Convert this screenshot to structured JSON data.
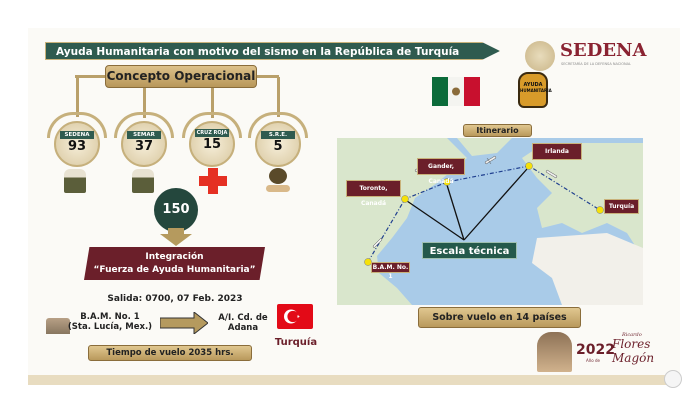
{
  "title": "Ayuda Humanitaria con motivo del sismo en la República de Turquía",
  "concepto": "Concepto Operacional",
  "units": [
    {
      "label": "SEDENA",
      "count": "93",
      "icon": "soldier-icon"
    },
    {
      "label": "SEMAR",
      "count": "37",
      "icon": "marine-icon"
    },
    {
      "label": "CRUZ ROJA",
      "count": "15",
      "icon": "red-cross-icon"
    },
    {
      "label": "S.R.E.",
      "count": "5",
      "icon": "handshake-globe-icon"
    }
  ],
  "total": "150",
  "integracion": {
    "line1": "Integración",
    "line2": "“Fuerza de Ayuda Humanitaria”"
  },
  "salida": "Salida: 0700, 07 Feb. 2023",
  "origen": {
    "line1": "B.A.M. No. 1",
    "line2": "(Sta. Lucía, Mex.)"
  },
  "destino": {
    "line1": "A/I. Cd. de",
    "line2": "Adana"
  },
  "destino_pais": "Turquía",
  "tiempo_vuelo": "Tiempo de vuelo 2035 hrs.",
  "logo": {
    "name": "SEDENA",
    "subtitle": "SECRETARÍA DE LA DEFENSA NACIONAL"
  },
  "badge": {
    "line1": "AYUDA",
    "line2": "HUMANITARIA"
  },
  "itinerario": "Itinerario",
  "map": {
    "stops": [
      "B.A.M. No. 1",
      "Toronto, Canadá",
      "Gander, Canadá",
      "Irlanda",
      "Turquía"
    ],
    "escala": "Escala técnica",
    "colors": {
      "ocean": "#a9cbe8",
      "land": "#d9e6cc",
      "route": "#1f3f8f",
      "stop": "#f5e10a"
    }
  },
  "sobrevuelo": "Sobre vuelo en 14 países",
  "footer_logo": {
    "year": "2022",
    "sub": "Año de",
    "name1": "Ricardo",
    "name2": "Flores",
    "name3": "Magón"
  },
  "colors": {
    "green": "#2f5b4f",
    "maroon": "#6b1f2a",
    "tan": "#c8a96a"
  }
}
